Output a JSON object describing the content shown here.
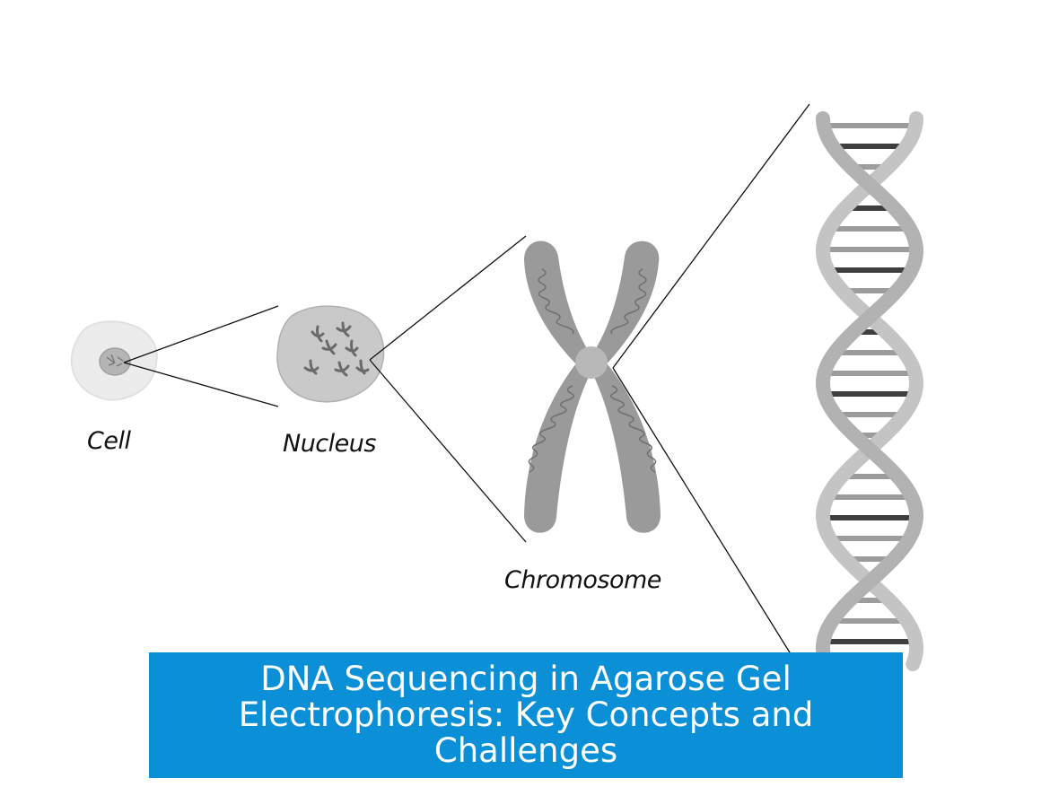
{
  "labels": {
    "cell": "Cell",
    "nucleus": "Nucleus",
    "chromosome": "Chromosome"
  },
  "banner": {
    "title": "DNA Sequencing in Agarose Gel Electrophoresis: Key Concepts and Challenges",
    "background_color": "#0b8fd6",
    "text_color": "#ffffff"
  },
  "colors": {
    "cell_membrane": "#ececec",
    "cell_nucleus": "#b5b5b5",
    "nucleus_body": "#c9c9c9",
    "chromosome_body": "#9a9a9a",
    "chromosome_centromere": "#b8b8b8",
    "dna_backbone": "#c4c4c4",
    "dna_rung_light": "#9c9c9c",
    "dna_rung_dark": "#3f3f3f",
    "zoom_lines": "#111111"
  }
}
